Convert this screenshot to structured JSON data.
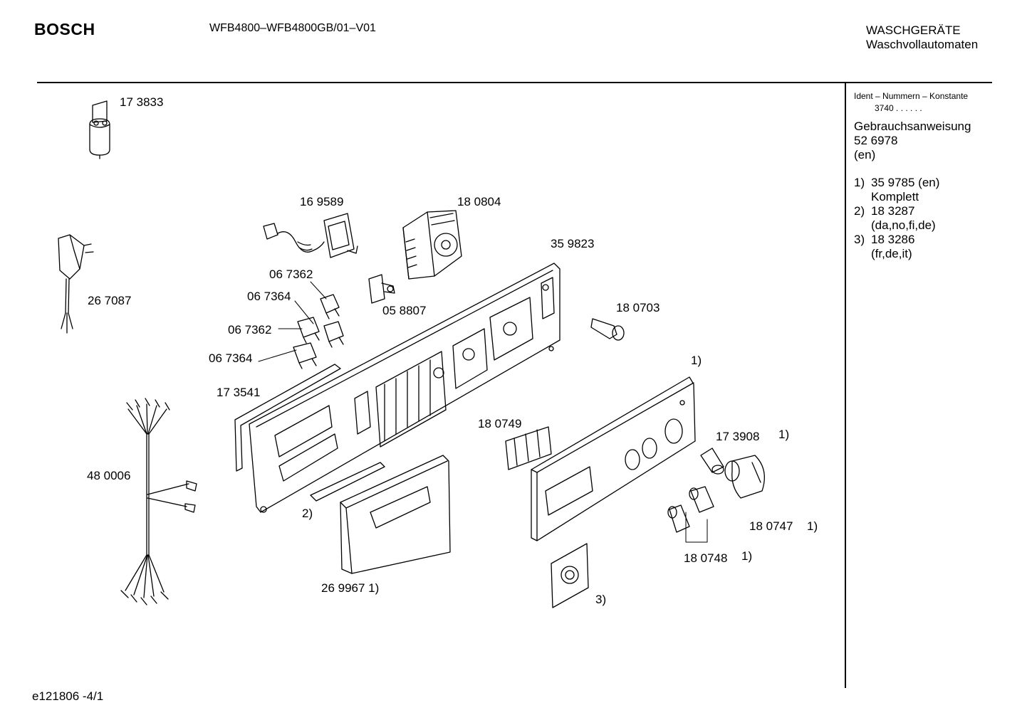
{
  "header": {
    "brand": "BOSCH",
    "model": "WFB4800–WFB4800GB/01–V01",
    "category_line1": "WASCHGERÄTE",
    "category_line2": "Waschvollautomaten"
  },
  "sidebar": {
    "ident_title": "Ident – Nummern – Konstante",
    "ident_value": "3740  .  .  .  .  .  .",
    "manual_title": "Gebrauchsanweisung",
    "manual_number": "52 6978",
    "manual_lang": "(en)",
    "notes": [
      {
        "marker": "1)",
        "number": "35 9785 (en)",
        "detail": "Komplett"
      },
      {
        "marker": "2)",
        "number": "18 3287",
        "detail": "(da,no,fi,de)"
      },
      {
        "marker": "3)",
        "number": "18 3286",
        "detail": "(fr,de,it)"
      }
    ]
  },
  "parts": {
    "suppressor": "17 3833",
    "mains_plug": "26 7087",
    "thermostat": "16 9589",
    "timer": "18 0804",
    "control_frame": "35 9823",
    "switch_a": "06 7362",
    "switch_b": "06 7364",
    "switch_c": "06 7362",
    "switch_d": "06 7364",
    "potentiometer": "05 8807",
    "indicator_lamp": "18 0703",
    "gasket": "17 3541",
    "front_panel_note": "1)",
    "keys": "18 0749",
    "shaft": "17 3908",
    "shaft_note": "1)",
    "wiring_harness": "48 0006",
    "label_note_2": "2)",
    "small_knobs": "18 0748",
    "small_knobs_note": "1)",
    "main_knob": "18 0747",
    "main_knob_note": "1)",
    "drawer_handle": "26 9967 1)",
    "label_note_3": "3)"
  },
  "footer": {
    "drawing_id": "e121806  -4/1"
  }
}
